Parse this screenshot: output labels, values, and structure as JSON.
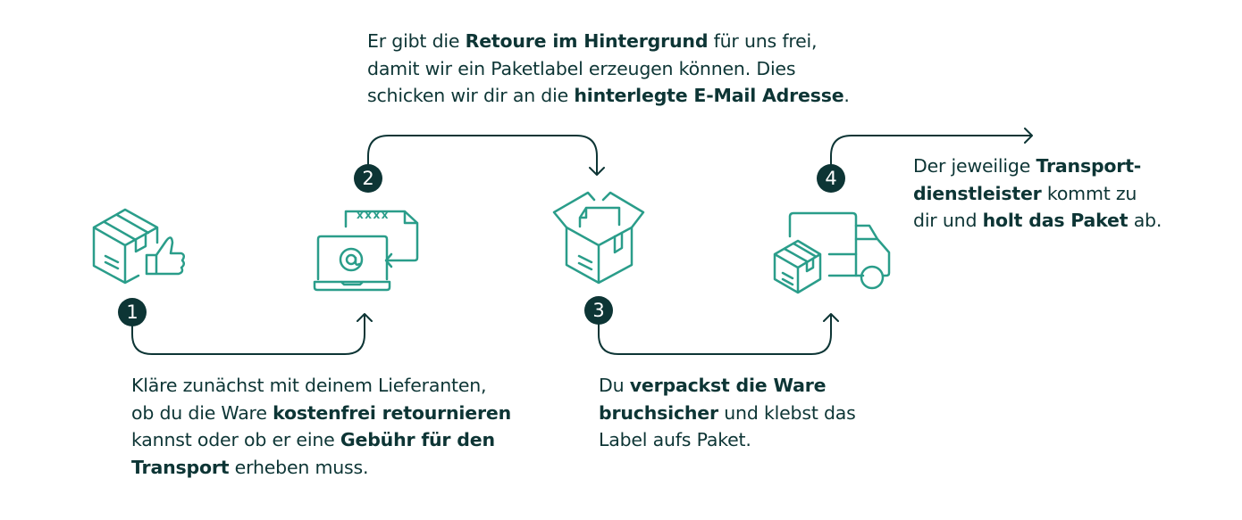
{
  "colors": {
    "accent": "#2a9d8a",
    "dark": "#0d3535"
  },
  "steps": [
    {
      "number": "1",
      "icon": "box-thumbs-up-icon",
      "lines": [
        [
          {
            "t": "Kläre zunächst mit deinem Lieferanten,"
          }
        ],
        [
          {
            "t": "ob du die Ware "
          },
          {
            "b": "kostenfrei retournieren"
          }
        ],
        [
          {
            "t": "kannst oder ob er eine "
          },
          {
            "b": "Gebühr für den"
          }
        ],
        [
          {
            "b": "Transport"
          },
          {
            "t": " erheben muss."
          }
        ]
      ]
    },
    {
      "number": "2",
      "icon": "laptop-email-label-icon",
      "label_code": "xxxx",
      "lines": [
        [
          {
            "t": "Er gibt die "
          },
          {
            "b": "Retoure im Hintergrund"
          },
          {
            "t": " für uns frei,"
          }
        ],
        [
          {
            "t": "damit wir ein Paketlabel erzeugen können. Dies"
          }
        ],
        [
          {
            "t": "schicken wir dir an die "
          },
          {
            "b": "hinterlegte E-Mail Adresse"
          },
          {
            "t": "."
          }
        ]
      ]
    },
    {
      "number": "3",
      "icon": "open-box-icon",
      "lines": [
        [
          {
            "t": "Du "
          },
          {
            "b": "verpackst die Ware"
          }
        ],
        [
          {
            "b": "bruchsicher"
          },
          {
            "t": " und klebst das"
          }
        ],
        [
          {
            "t": "Label aufs Paket."
          }
        ]
      ]
    },
    {
      "number": "4",
      "icon": "delivery-truck-icon",
      "lines": [
        [
          {
            "t": "Der jeweilige "
          },
          {
            "b": "Transport-"
          }
        ],
        [
          {
            "b": "dienstleister"
          },
          {
            "t": " kommt zu"
          }
        ],
        [
          {
            "t": "dir und "
          },
          {
            "b": "holt das Paket"
          },
          {
            "t": " ab."
          }
        ]
      ]
    }
  ]
}
